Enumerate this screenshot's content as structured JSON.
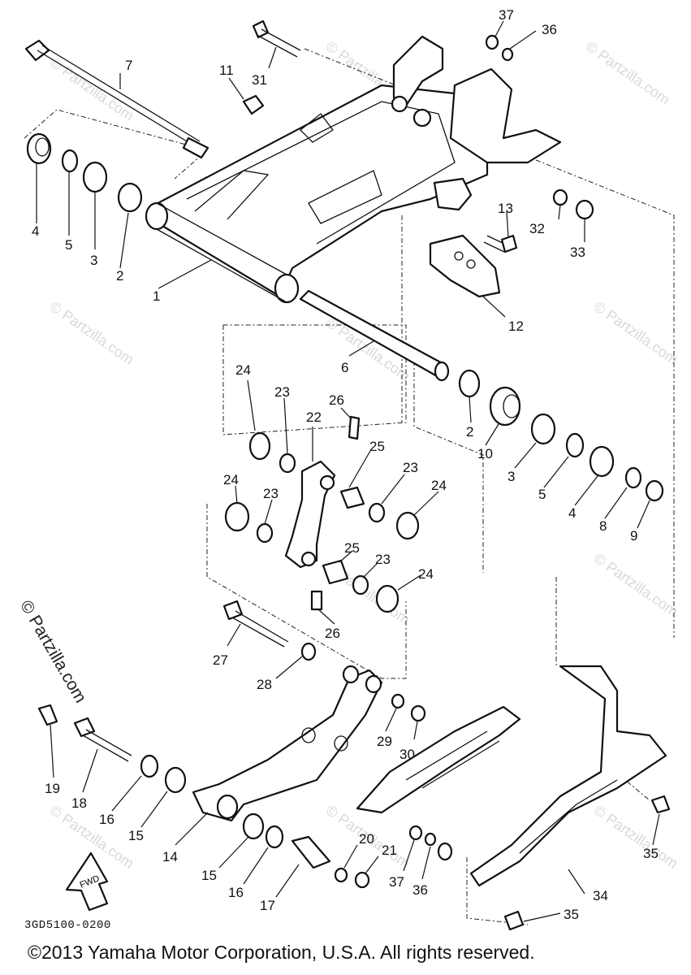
{
  "diagram": {
    "callouts": [
      "1",
      "2",
      "3",
      "4",
      "5",
      "6",
      "7",
      "8",
      "9",
      "10",
      "11",
      "12",
      "13",
      "14",
      "15",
      "16",
      "17",
      "18",
      "19",
      "20",
      "21",
      "22",
      "23",
      "24",
      "25",
      "26",
      "27",
      "28",
      "29",
      "30",
      "31",
      "32",
      "33",
      "34",
      "35",
      "36",
      "37"
    ],
    "fwd_label": "FWD",
    "watermark": "© Partzilla.com",
    "side_watermark": "© Partzilla.com",
    "drawing_code": "3GD5100-0200",
    "copyright": "©2013 Yamaha Motor Corporation, U.S.A. All rights reserved."
  }
}
